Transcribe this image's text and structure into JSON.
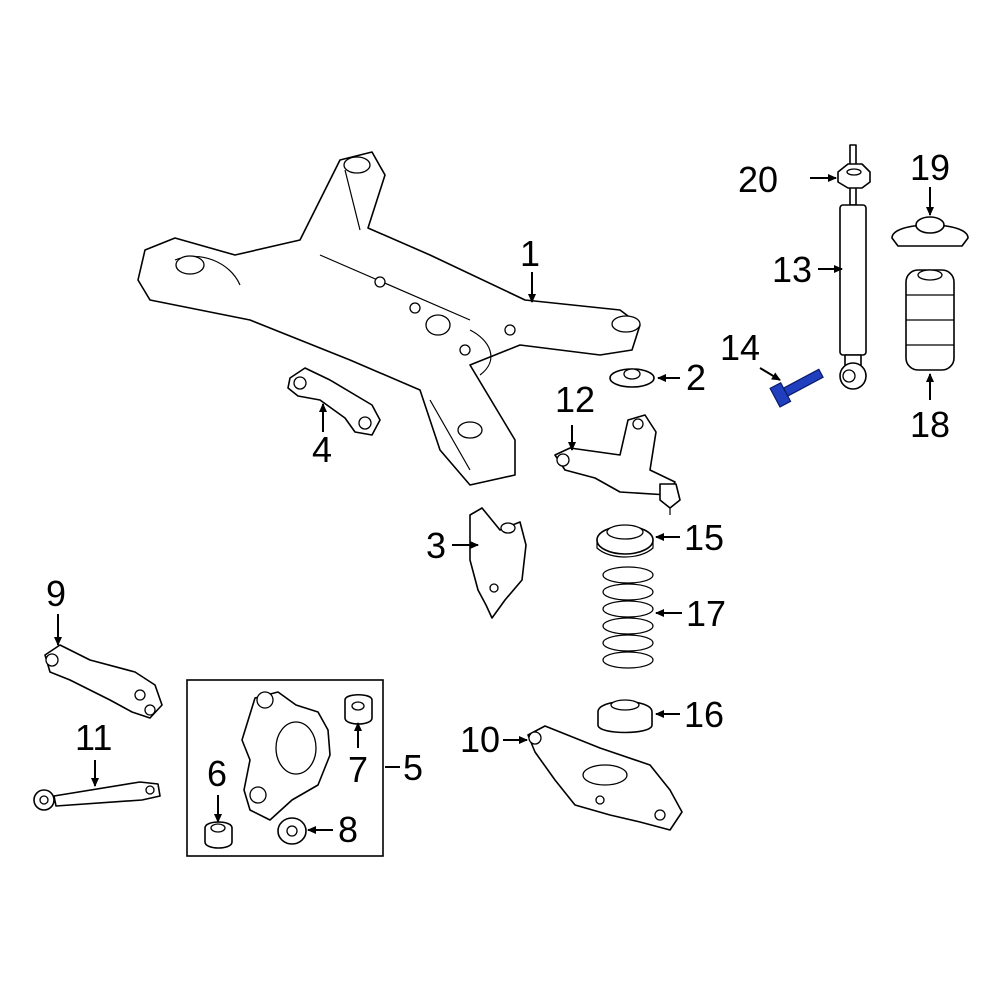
{
  "diagram": {
    "highlight_color": "#1f3fbf",
    "callouts": [
      {
        "id": "1",
        "text": "1"
      },
      {
        "id": "2",
        "text": "2"
      },
      {
        "id": "3",
        "text": "3"
      },
      {
        "id": "4",
        "text": "4"
      },
      {
        "id": "5",
        "text": "5"
      },
      {
        "id": "6",
        "text": "6"
      },
      {
        "id": "7",
        "text": "7"
      },
      {
        "id": "8",
        "text": "8"
      },
      {
        "id": "9",
        "text": "9"
      },
      {
        "id": "10",
        "text": "10"
      },
      {
        "id": "11",
        "text": "11"
      },
      {
        "id": "12",
        "text": "12"
      },
      {
        "id": "13",
        "text": "13"
      },
      {
        "id": "14",
        "text": "14"
      },
      {
        "id": "15",
        "text": "15"
      },
      {
        "id": "16",
        "text": "16"
      },
      {
        "id": "17",
        "text": "17"
      },
      {
        "id": "18",
        "text": "18"
      },
      {
        "id": "19",
        "text": "19"
      },
      {
        "id": "20",
        "text": "20"
      }
    ]
  }
}
